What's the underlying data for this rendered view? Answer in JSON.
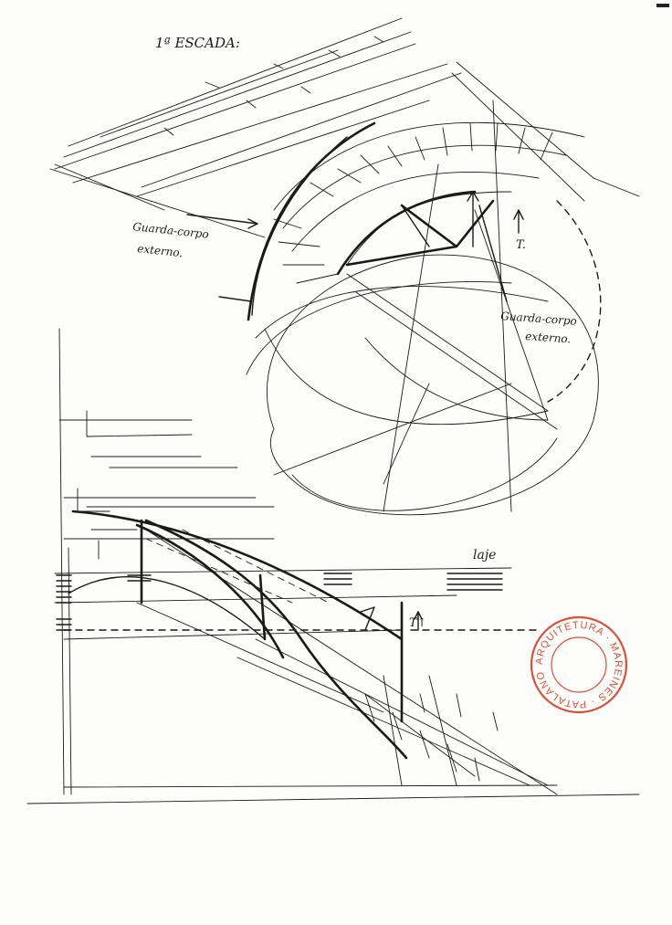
{
  "sketch": {
    "title": "1ª ESCADA:",
    "notes": {
      "left_line1": "Guarda-corpo",
      "left_line2": "externo.",
      "right_line1": "Guarda-corpo",
      "right_line2": "externo.",
      "marker_t_top": "T.",
      "marker_t_bottom": "T↑",
      "laje": "laje"
    }
  },
  "stamp": {
    "text": "ARQUITETURA · MAREINES · PATALANO ·",
    "color": "#d9503a"
  }
}
